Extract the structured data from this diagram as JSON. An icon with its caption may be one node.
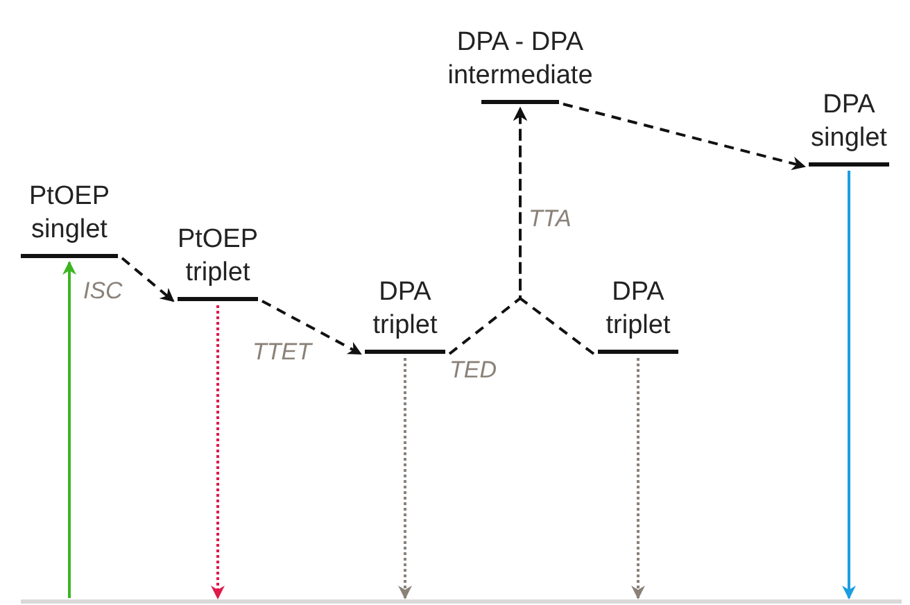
{
  "diagram": {
    "nodes": [
      {
        "text": [
          "PtOEP singlet"
        ]
      },
      {
        "text": [
          "PtOEP triplet"
        ]
      },
      {
        "text": [
          "DPA triplet"
        ]
      },
      {
        "text": [
          "DPA - DPA intermediate"
        ]
      },
      {
        "text": [
          "DPA triplet"
        ]
      },
      {
        "text": [
          "DPA singlet"
        ]
      },
      {
        "text": [],
        "shape": "bar"
      }
    ],
    "edges": [
      {
        "from": 6,
        "to": 0,
        "arrow": "to",
        "color": "#3cb521"
      },
      {
        "from": 0,
        "to": 1,
        "arrow": "to",
        "style": "dashed",
        "label": "ISC"
      },
      {
        "from": 1,
        "to": 6,
        "arrow": "to",
        "style": "dashed",
        "color": "#e0194a"
      },
      {
        "from": 1,
        "to": 2,
        "arrow": "to",
        "style": "dashed",
        "label": "TTET"
      },
      {
        "from": 2,
        "to": 6,
        "arrow": "to",
        "style": "dashed",
        "color": "#8a8178"
      },
      {
        "from": 2,
        "to": 3,
        "arrow": "to",
        "style": "dashed"
      },
      {
        "from": 4,
        "to": 3,
        "arrow": "to",
        "style": "dashed"
      },
      {
        "from": 4,
        "to": 6,
        "arrow": "to",
        "style": "dashed",
        "color": "#8a8178"
      },
      {
        "from": 3,
        "to": 5,
        "arrow": "to",
        "style": "dashed"
      },
      {
        "from": 5,
        "to": 6,
        "arrow": "to",
        "color": "#1a9ee0"
      }
    ],
    "labels": [
      "TTA",
      "TED"
    ]
  }
}
